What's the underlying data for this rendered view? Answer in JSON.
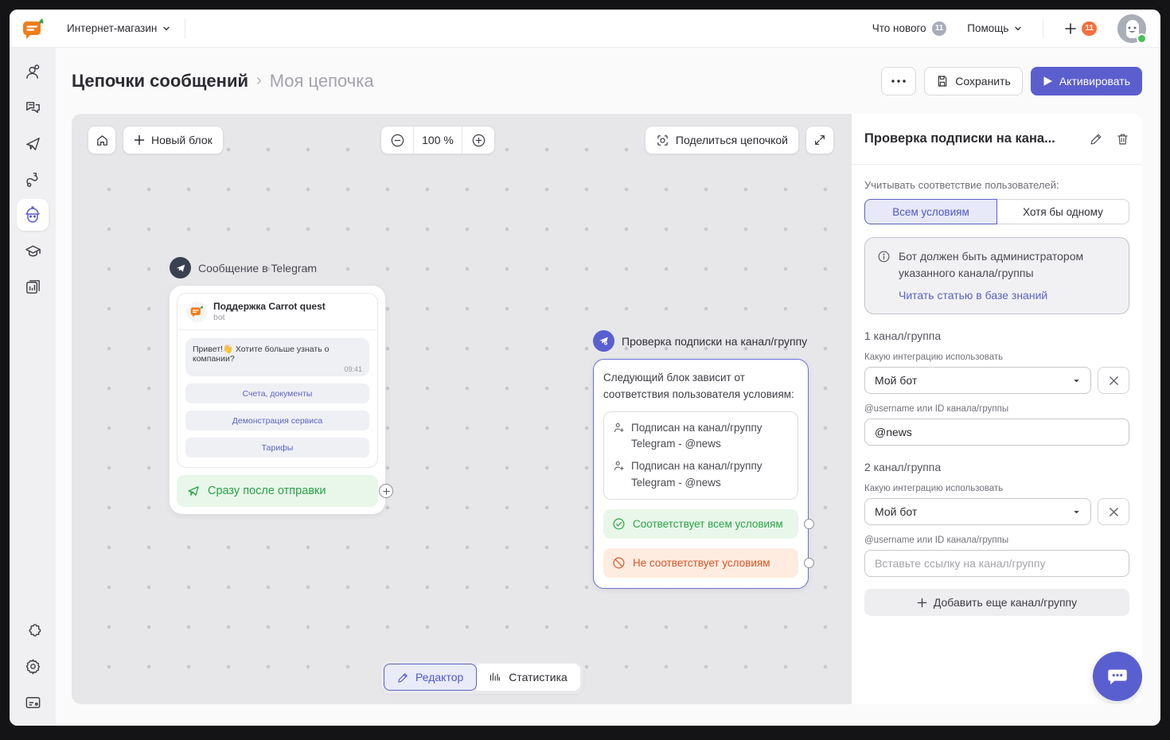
{
  "topbar": {
    "workspace": "Интернет-магазин",
    "whats_new": "Что нового",
    "whats_new_badge": "11",
    "help": "Помощь",
    "add_badge": "11"
  },
  "header": {
    "breadcrumb_root": "Цепочки сообщений",
    "breadcrumb_sep": "›",
    "breadcrumb_current": "Моя цепочка",
    "save": "Сохранить",
    "activate": "Активировать"
  },
  "canvas": {
    "new_block": "Новый блок",
    "zoom_value": "100 %",
    "share": "Поделиться цепочкой",
    "telegram_block": {
      "title": "Сообщение в Telegram",
      "sender": "Поддержка Carrot quest",
      "sender_type": "bot",
      "message": "Привет!👋 Хотите больше узнать о компании?",
      "time": "09:41",
      "buttons": [
        "Счета, документы",
        "Демонстрация сервиса",
        "Тарифы"
      ],
      "footer": "Сразу после отправки"
    },
    "check_block": {
      "title": "Проверка подписки на канал/группу",
      "description": "Следующий блок зависит от соответствия пользователя условиям:",
      "conditions": [
        "Подписан на канал/группу Telegram - @news",
        "Подписан на канал/группу Telegram - @news"
      ],
      "match": "Соответствует всем условиям",
      "no_match": "Не соответствует условиям"
    },
    "tabs": {
      "editor": "Редактор",
      "statistics": "Статистика"
    }
  },
  "panel": {
    "title": "Проверка подписки на кана...",
    "match_label": "Учитывать соответствие пользователей:",
    "mode_all": "Всем условиям",
    "mode_any": "Хотя бы одному",
    "info_text": "Бот должен быть администратором указанного канала/группы",
    "info_link": "Читать статью в базе знаний",
    "channels": [
      {
        "heading": "1 канал/группа",
        "integration_label": "Какую интеграцию использовать",
        "integration_value": "Мой бот",
        "username_label": "@username или ID канала/группы",
        "username_value": "@news"
      },
      {
        "heading": "2 канал/группа",
        "integration_label": "Какую интеграцию использовать",
        "integration_value": "Мой бот",
        "username_label": "@username или ID канала/группы",
        "username_placeholder": "Вставьте ссылку на канал/группу"
      }
    ],
    "add_channel": "Добавить еще канал/группу"
  },
  "colors": {
    "accent": "#5b5fce",
    "green": "#27a344",
    "orange": "#e05327",
    "badge_orange": "#f8703d",
    "badge_gray": "#a7acb8"
  }
}
